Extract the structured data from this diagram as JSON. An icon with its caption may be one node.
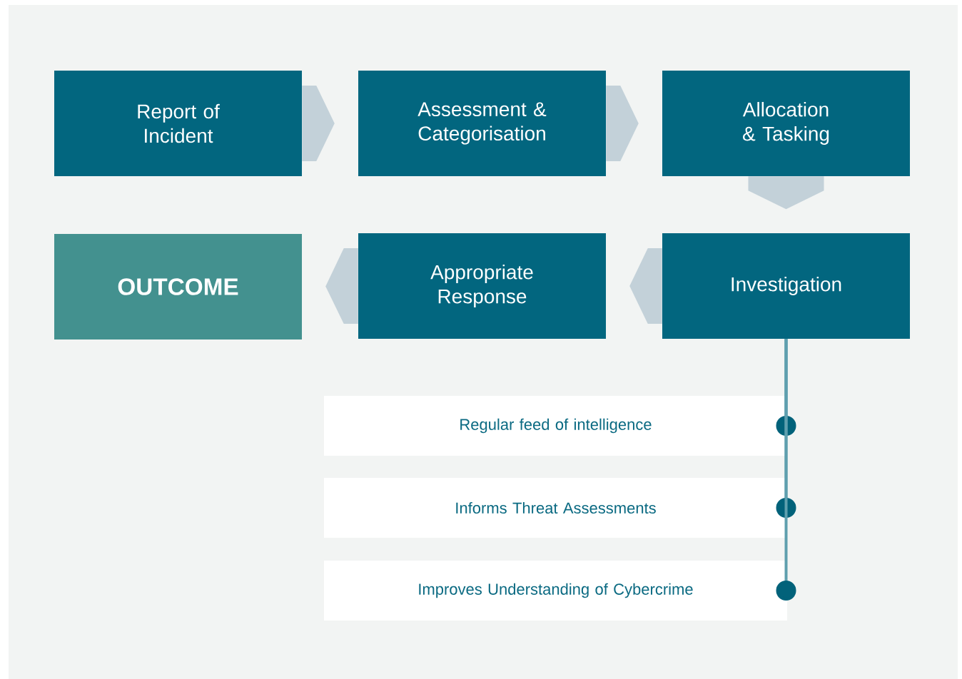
{
  "diagram": {
    "nodes": [
      {
        "text": [
          "Report of Incident"
        ]
      },
      {
        "text": [
          "Assessment & Categorisation"
        ]
      },
      {
        "text": [
          "Allocation & Tasking"
        ]
      },
      {
        "text": [
          "OUTCOME"
        ]
      },
      {
        "text": [
          "Appropriate Response"
        ]
      },
      {
        "text": [
          "Investigation"
        ]
      },
      {
        "text": [
          "Regular feed of intelligence"
        ]
      },
      {
        "text": [
          "Informs Threat Assessments"
        ]
      },
      {
        "text": [
          "Improves Understanding of Cybercrime"
        ]
      }
    ],
    "edges": [
      {
        "from": 0,
        "to": 1,
        "arrow": "to"
      },
      {
        "from": 1,
        "to": 2,
        "arrow": "to"
      },
      {
        "from": 2,
        "to": 5,
        "arrow": "to"
      },
      {
        "from": 5,
        "to": 4,
        "arrow": "to"
      },
      {
        "from": 4,
        "to": 3,
        "arrow": "to"
      },
      {
        "from": 5,
        "to": 6,
        "arrow": "other"
      },
      {
        "from": 5,
        "to": 7,
        "arrow": "other"
      },
      {
        "from": 5,
        "to": 8,
        "arrow": "other"
      }
    ]
  }
}
